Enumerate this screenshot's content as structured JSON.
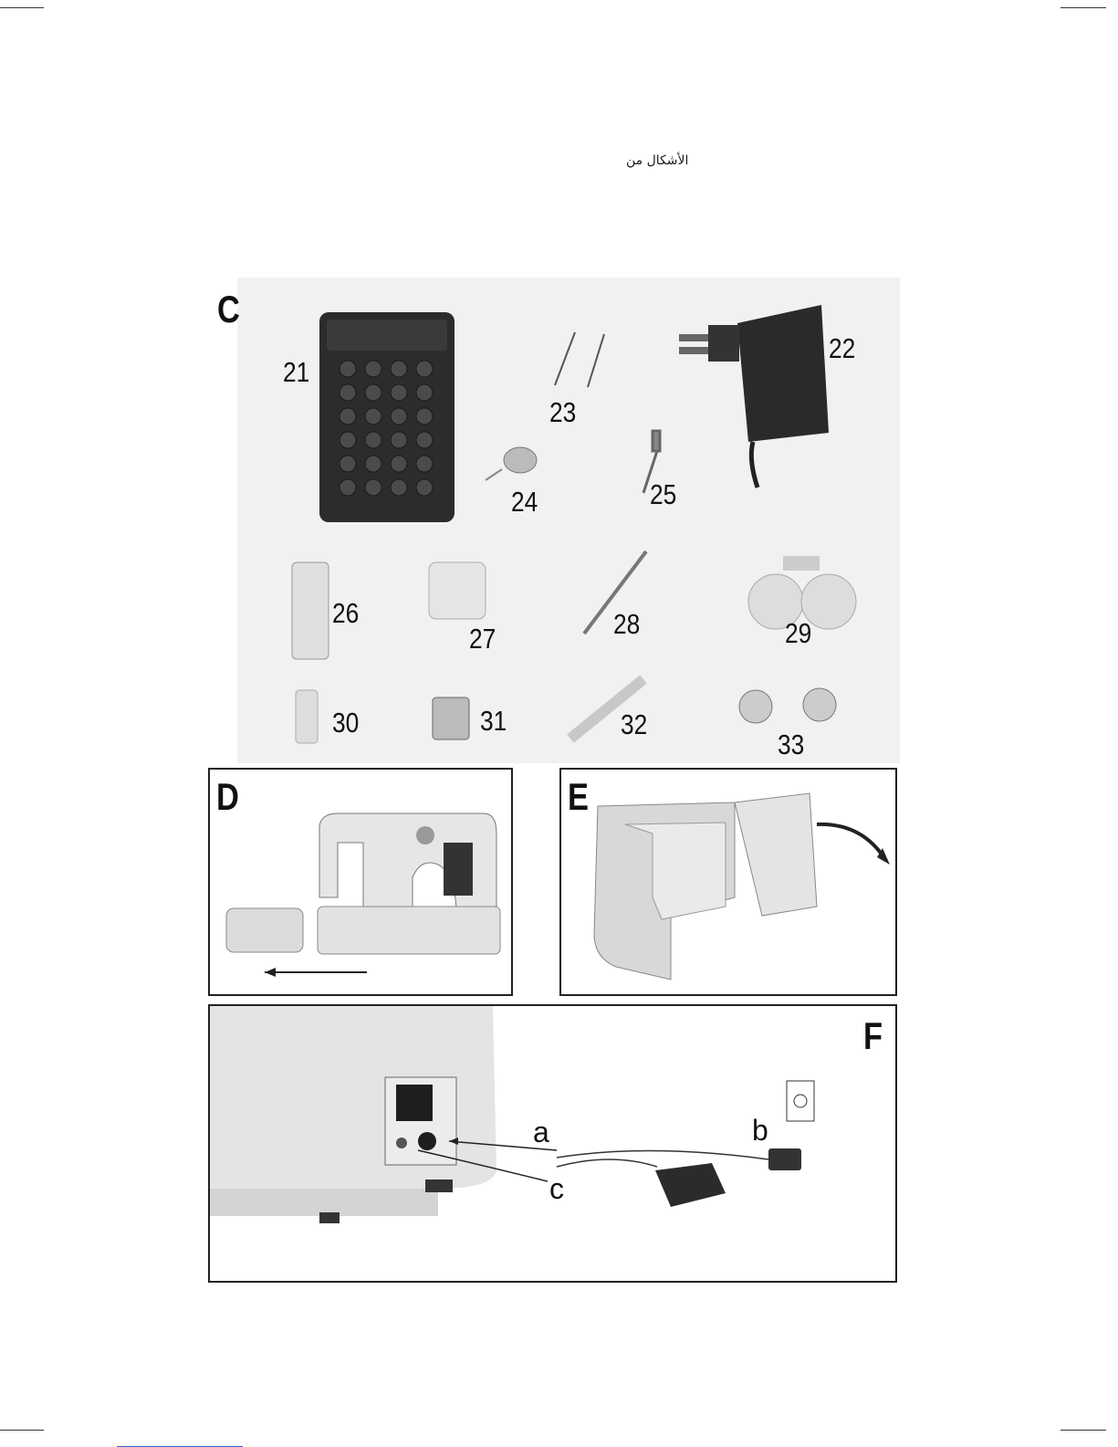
{
  "header": {
    "arabic_text": "الأشكال من"
  },
  "panels": {
    "C": {
      "letter": "C",
      "items": {
        "n21": "21",
        "n22": "22",
        "n23": "23",
        "n24": "24",
        "n25": "25",
        "n26": "26",
        "n27": "27",
        "n28": "28",
        "n29": "29",
        "n30": "30",
        "n31": "31",
        "n32": "32",
        "n33": "33"
      }
    },
    "D": {
      "letter": "D"
    },
    "E": {
      "letter": "E"
    },
    "F": {
      "letter": "F",
      "labels": {
        "a": "a",
        "b": "b",
        "c": "c"
      }
    }
  }
}
